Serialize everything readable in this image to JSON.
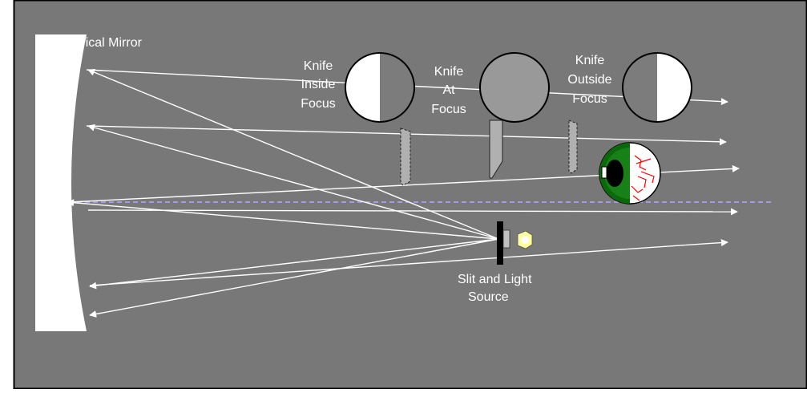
{
  "labels": {
    "mirror": "Spherical Mirror",
    "knife_inside": [
      "Knife",
      "Inside",
      "Focus"
    ],
    "knife_at": [
      "Knife",
      "At",
      "Focus"
    ],
    "knife_outside": [
      "Knife",
      "Outside",
      "Focus"
    ],
    "source": [
      "Slit and Light",
      "Source"
    ]
  },
  "colors": {
    "background": "#787878",
    "border": "#000000",
    "mirror": "#ffffff",
    "ray": "#ffffff",
    "axis": "#b4a6ff",
    "knife_blade": "#b0b0b0",
    "disc_dark": "#7c7c7c",
    "disc_light": "#ffffff",
    "disc_at_focus": "#999999",
    "lamp": "#ffff99",
    "iris": "#0a6a0a",
    "eye_veins": "#ff0000"
  },
  "icons": {
    "eye": "eye-icon",
    "lamp": "light-bulb-icon",
    "knife": "knife-blade-icon"
  }
}
